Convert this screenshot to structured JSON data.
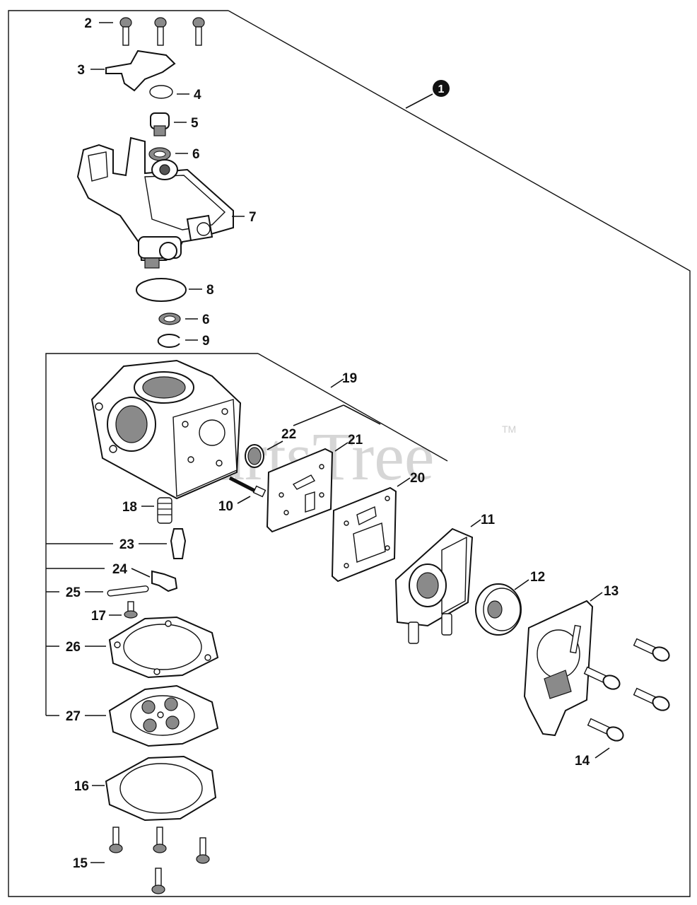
{
  "watermark": {
    "brand": "PartsTree",
    "trademark": "TM"
  },
  "assembly_marker": "1",
  "callouts": {
    "c2": "2",
    "c3": "3",
    "c4": "4",
    "c5": "5",
    "c6a": "6",
    "c7": "7",
    "c8": "8",
    "c6b": "6",
    "c9": "9",
    "c19": "19",
    "c22": "22",
    "c21": "21",
    "c20": "20",
    "c18": "18",
    "c10": "10",
    "c11": "11",
    "c23": "23",
    "c24": "24",
    "c25": "25",
    "c12": "12",
    "c13": "13",
    "c17": "17",
    "c26": "26",
    "c27": "27",
    "c14": "14",
    "c16": "16",
    "c15": "15"
  }
}
